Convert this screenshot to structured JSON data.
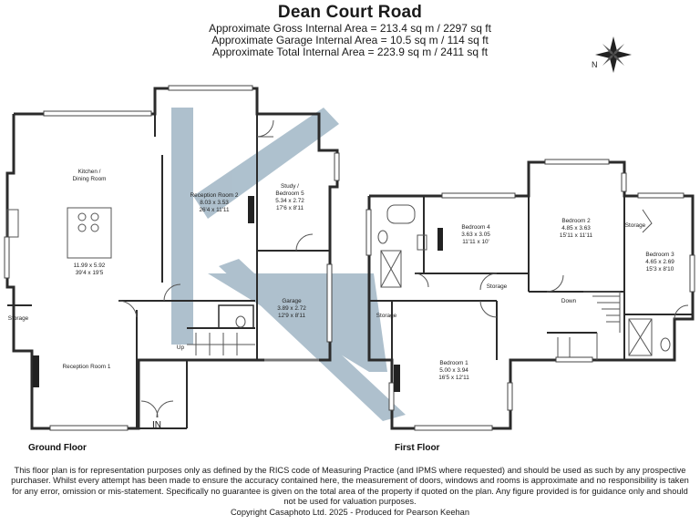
{
  "header": {
    "title": "Dean Court Road",
    "areas": [
      "Approximate Gross Internal Area = 213.4 sq m / 2297 sq ft",
      "Approximate Garage Internal Area = 10.5 sq m / 114 sq ft",
      "Approximate Total Internal Area = 223.9 sq m / 2411 sq ft"
    ]
  },
  "compass": {
    "north_label": "N"
  },
  "ground_floor": {
    "label": "Ground Floor",
    "entrance": "IN",
    "up": "Up",
    "kitchen": {
      "name": "Kitchen /",
      "name2": "Dining Room",
      "metric": "11.99 x 5.92",
      "imperial": "39'4 x 19'5"
    },
    "reception1": {
      "name": "Reception Room 1"
    },
    "reception2": {
      "name": "Reception Room 2",
      "metric": "8.03 x 3.53",
      "imperial": "26'4 x 11'11"
    },
    "study": {
      "name": "Study /",
      "name2": "Bedroom 5",
      "metric": "5.34 x 2.72",
      "imperial": "17'6 x 8'11"
    },
    "garage": {
      "name": "Garage",
      "metric": "3.89 x 2.72",
      "imperial": "12'9 x 8'11"
    },
    "storage": "Storage"
  },
  "first_floor": {
    "label": "First Floor",
    "down": "Down",
    "bedroom1": {
      "name": "Bedroom 1",
      "metric": "5.00 x 3.94",
      "imperial": "16'5 x 12'11"
    },
    "bedroom2": {
      "name": "Bedroom 2",
      "metric": "4.85 x 3.63",
      "imperial": "15'11 x 11'11"
    },
    "bedroom3": {
      "name": "Bedroom 3",
      "metric": "4.65 x 2.69",
      "imperial": "15'3 x 8'10"
    },
    "bedroom4": {
      "name": "Bedroom 4",
      "metric": "3.63 x 3.05",
      "imperial": "11'11 x 10'"
    },
    "storage_a": "Storage",
    "storage_b": "Storage",
    "storage_c": "Storage"
  },
  "footer": {
    "disclaimer": "This floor plan is for representation purposes only as defined by the RICS code of Measuring Practice (and IPMS where requested) and should be used as such by any prospective purchaser. Whilst every attempt has been made to ensure the accuracy contained here, the measurement of doors, windows and rooms is approximate and no responsibility is taken for any error, omission or mis-statement. Specifically no guarantee is given on the total area of the property if quoted on the plan. Any figure provided is for guidance only and should not be used for valuation purposes.",
    "copyright": "Copyright Casaphoto Ltd. 2025 - Produced for Pearson Keehan"
  },
  "colors": {
    "wall": "#2b2b2b",
    "watermark": "#8fa9bb",
    "text": "#1a1a1a"
  }
}
